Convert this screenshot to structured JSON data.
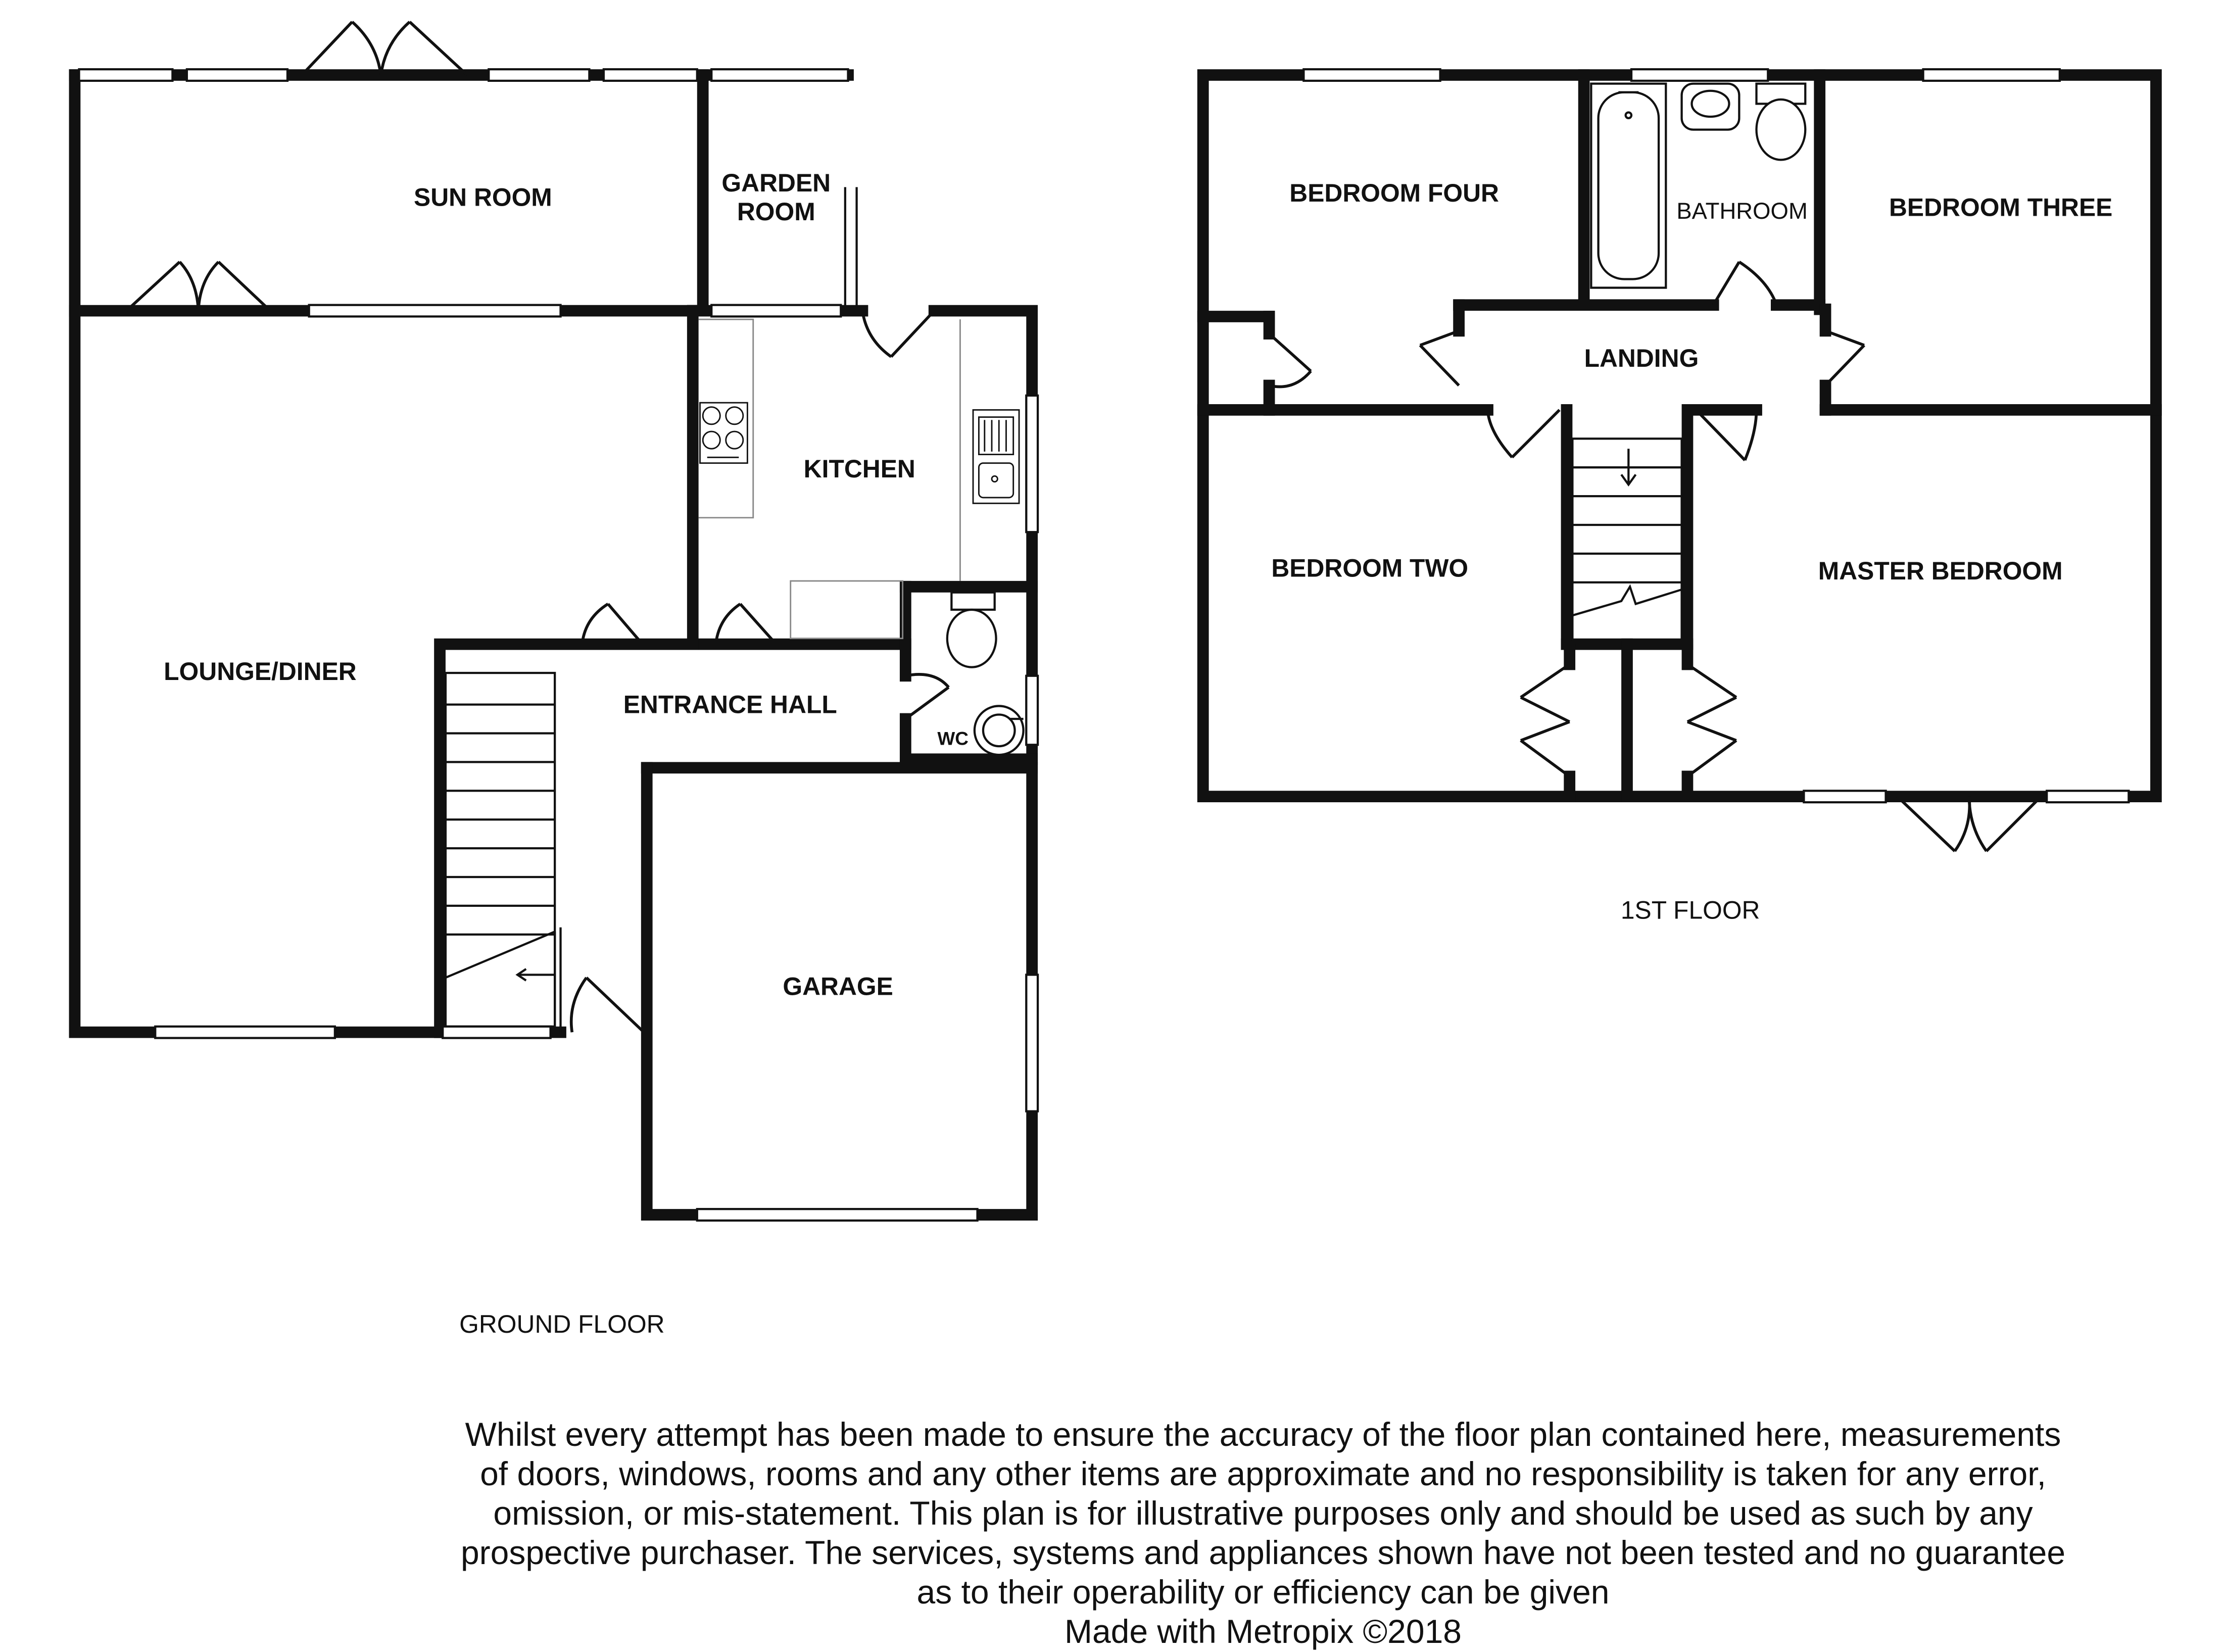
{
  "rooms": {
    "sun_room": "SUN ROOM",
    "garden_room_line1": "GARDEN",
    "garden_room_line2": "ROOM",
    "kitchen": "KITCHEN",
    "lounge_diner": "LOUNGE/DINER",
    "entrance_hall": "ENTRANCE HALL",
    "wc": "WC",
    "garage": "GARAGE",
    "bedroom_four": "BEDROOM FOUR",
    "bathroom": "BATHROOM",
    "bedroom_three": "BEDROOM THREE",
    "landing": "LANDING",
    "bedroom_two": "BEDROOM TWO",
    "master_bedroom": "MASTER BEDROOM"
  },
  "floors": {
    "ground": "GROUND FLOOR",
    "first": "1ST FLOOR"
  },
  "disclaimer": {
    "lines": [
      "Whilst every attempt has been made to ensure the accuracy of the floor plan contained here, measurements",
      "of doors, windows, rooms and any other items are approximate and no responsibility is taken for any error,",
      "omission, or mis-statement. This plan is for illustrative purposes only and should be used as such by any",
      "prospective purchaser. The services, systems and appliances shown have not been tested and no guarantee",
      "as to their operability or efficiency can be given"
    ],
    "credit": "Made with Metropix ©2018"
  },
  "colors": {
    "wall": "#111111",
    "fixture": "#333333",
    "window": "#ffffff"
  },
  "icons": [
    "door-swing-icon",
    "double-door-icon",
    "window-icon",
    "stairs-icon",
    "hob-icon",
    "sink-icon",
    "toilet-icon",
    "basin-icon",
    "bath-icon"
  ]
}
